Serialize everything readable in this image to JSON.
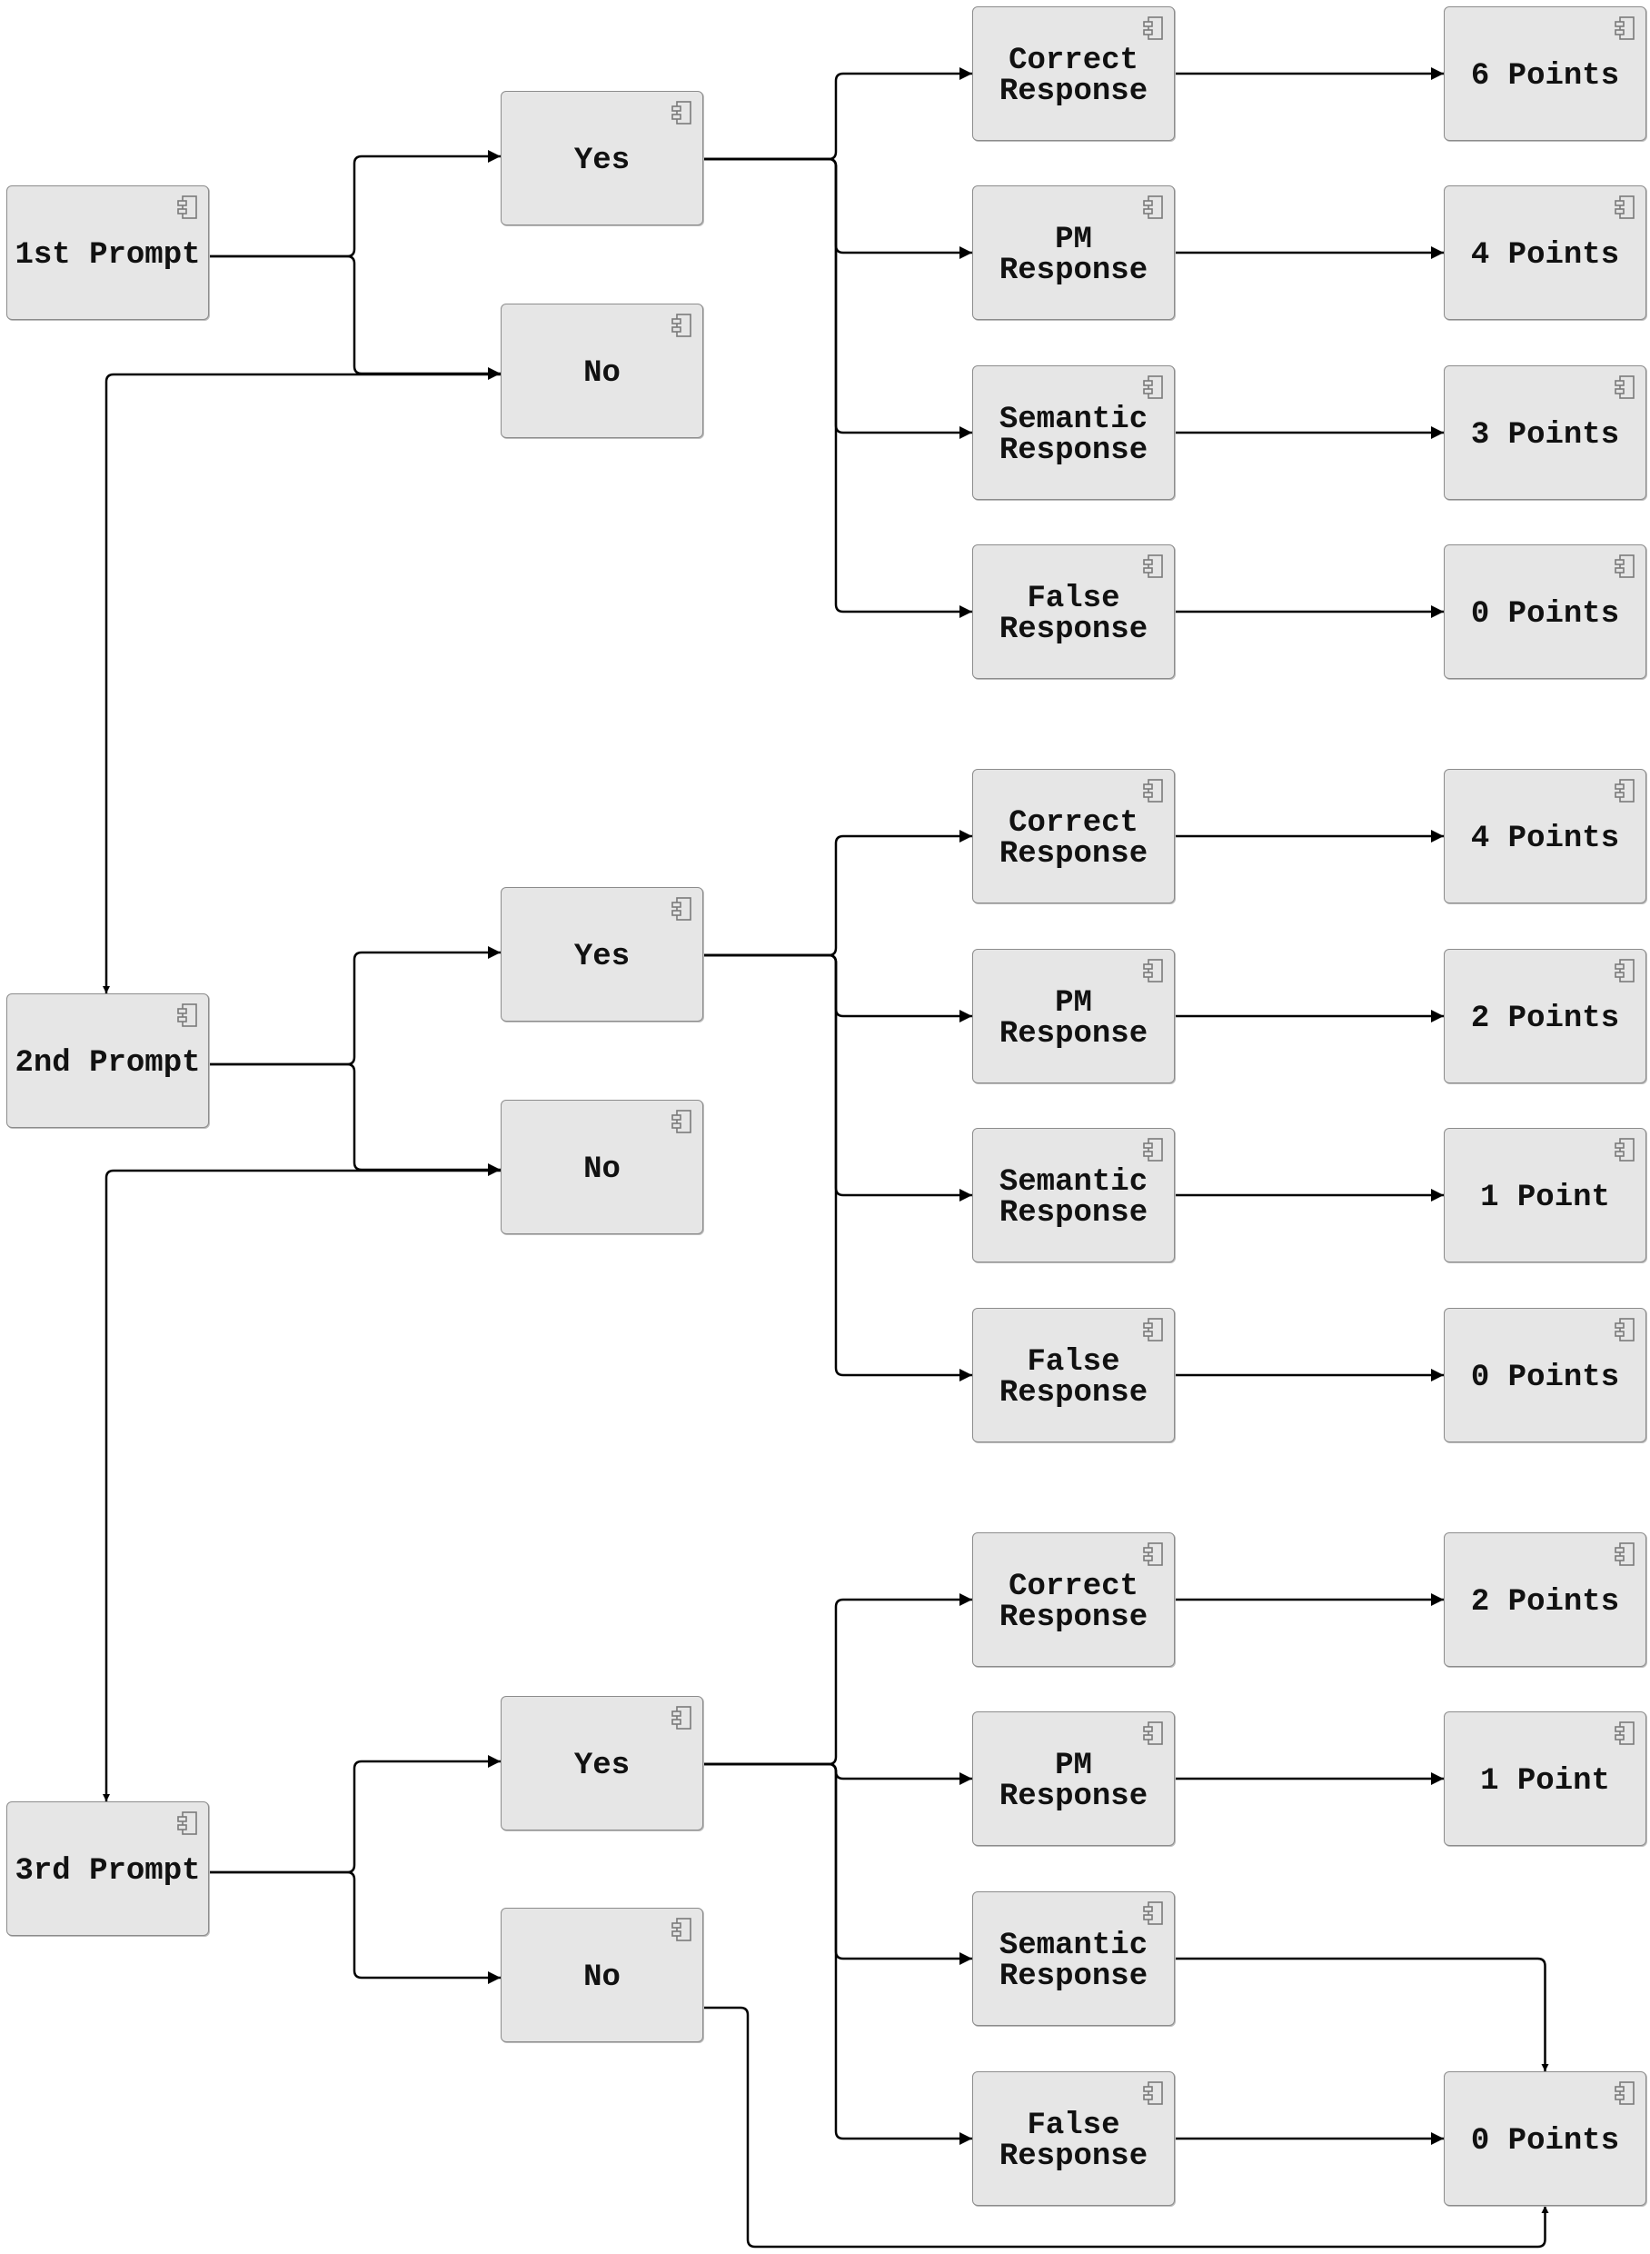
{
  "diagram": {
    "nodes": {
      "p1": "1st Prompt",
      "p1_yes": "Yes",
      "p1_no": "No",
      "p1_correct": "Correct\nResponse",
      "p1_pm": "PM\nResponse",
      "p1_semantic": "Semantic\nResponse",
      "p1_false": "False\nResponse",
      "p1_correct_pts": "6 Points",
      "p1_pm_pts": "4 Points",
      "p1_semantic_pts": "3 Points",
      "p1_false_pts": "0 Points",
      "p2": "2nd Prompt",
      "p2_yes": "Yes",
      "p2_no": "No",
      "p2_correct": "Correct\nResponse",
      "p2_pm": "PM\nResponse",
      "p2_semantic": "Semantic\nResponse",
      "p2_false": "False\nResponse",
      "p2_correct_pts": "4 Points",
      "p2_pm_pts": "2 Points",
      "p2_semantic_pts": "1 Point",
      "p2_false_pts": "0 Points",
      "p3": "3rd Prompt",
      "p3_yes": "Yes",
      "p3_no": "No",
      "p3_correct": "Correct\nResponse",
      "p3_pm": "PM\nResponse",
      "p3_semantic": "Semantic\nResponse",
      "p3_false": "False\nResponse",
      "p3_correct_pts": "2 Points",
      "p3_pm_pts": "1 Point",
      "p3_zero_pts": "0 Points"
    },
    "edges": [
      {
        "from": "p1",
        "to": "p1_yes"
      },
      {
        "from": "p1",
        "to": "p1_no"
      },
      {
        "from": "p1_yes",
        "to": "p1_correct"
      },
      {
        "from": "p1_yes",
        "to": "p1_pm"
      },
      {
        "from": "p1_yes",
        "to": "p1_semantic"
      },
      {
        "from": "p1_yes",
        "to": "p1_false"
      },
      {
        "from": "p1_correct",
        "to": "p1_correct_pts"
      },
      {
        "from": "p1_pm",
        "to": "p1_pm_pts"
      },
      {
        "from": "p1_semantic",
        "to": "p1_semantic_pts"
      },
      {
        "from": "p1_false",
        "to": "p1_false_pts"
      },
      {
        "from": "p1_no",
        "to": "p2"
      },
      {
        "from": "p2",
        "to": "p2_yes"
      },
      {
        "from": "p2",
        "to": "p2_no"
      },
      {
        "from": "p2_yes",
        "to": "p2_correct"
      },
      {
        "from": "p2_yes",
        "to": "p2_pm"
      },
      {
        "from": "p2_yes",
        "to": "p2_semantic"
      },
      {
        "from": "p2_yes",
        "to": "p2_false"
      },
      {
        "from": "p2_correct",
        "to": "p2_correct_pts"
      },
      {
        "from": "p2_pm",
        "to": "p2_pm_pts"
      },
      {
        "from": "p2_semantic",
        "to": "p2_semantic_pts"
      },
      {
        "from": "p2_false",
        "to": "p2_false_pts"
      },
      {
        "from": "p2_no",
        "to": "p3"
      },
      {
        "from": "p3",
        "to": "p3_yes"
      },
      {
        "from": "p3",
        "to": "p3_no"
      },
      {
        "from": "p3_yes",
        "to": "p3_correct"
      },
      {
        "from": "p3_yes",
        "to": "p3_pm"
      },
      {
        "from": "p3_yes",
        "to": "p3_semantic"
      },
      {
        "from": "p3_yes",
        "to": "p3_false"
      },
      {
        "from": "p3_correct",
        "to": "p3_correct_pts"
      },
      {
        "from": "p3_pm",
        "to": "p3_pm_pts"
      },
      {
        "from": "p3_semantic",
        "to": "p3_zero_pts"
      },
      {
        "from": "p3_false",
        "to": "p3_zero_pts"
      },
      {
        "from": "p3_no",
        "to": "p3_zero_pts"
      }
    ],
    "colors": {
      "node_fill": "#e6e6e6",
      "node_border": "#8c8c8c",
      "edge": "#000000"
    },
    "node_icon": "component-icon"
  }
}
